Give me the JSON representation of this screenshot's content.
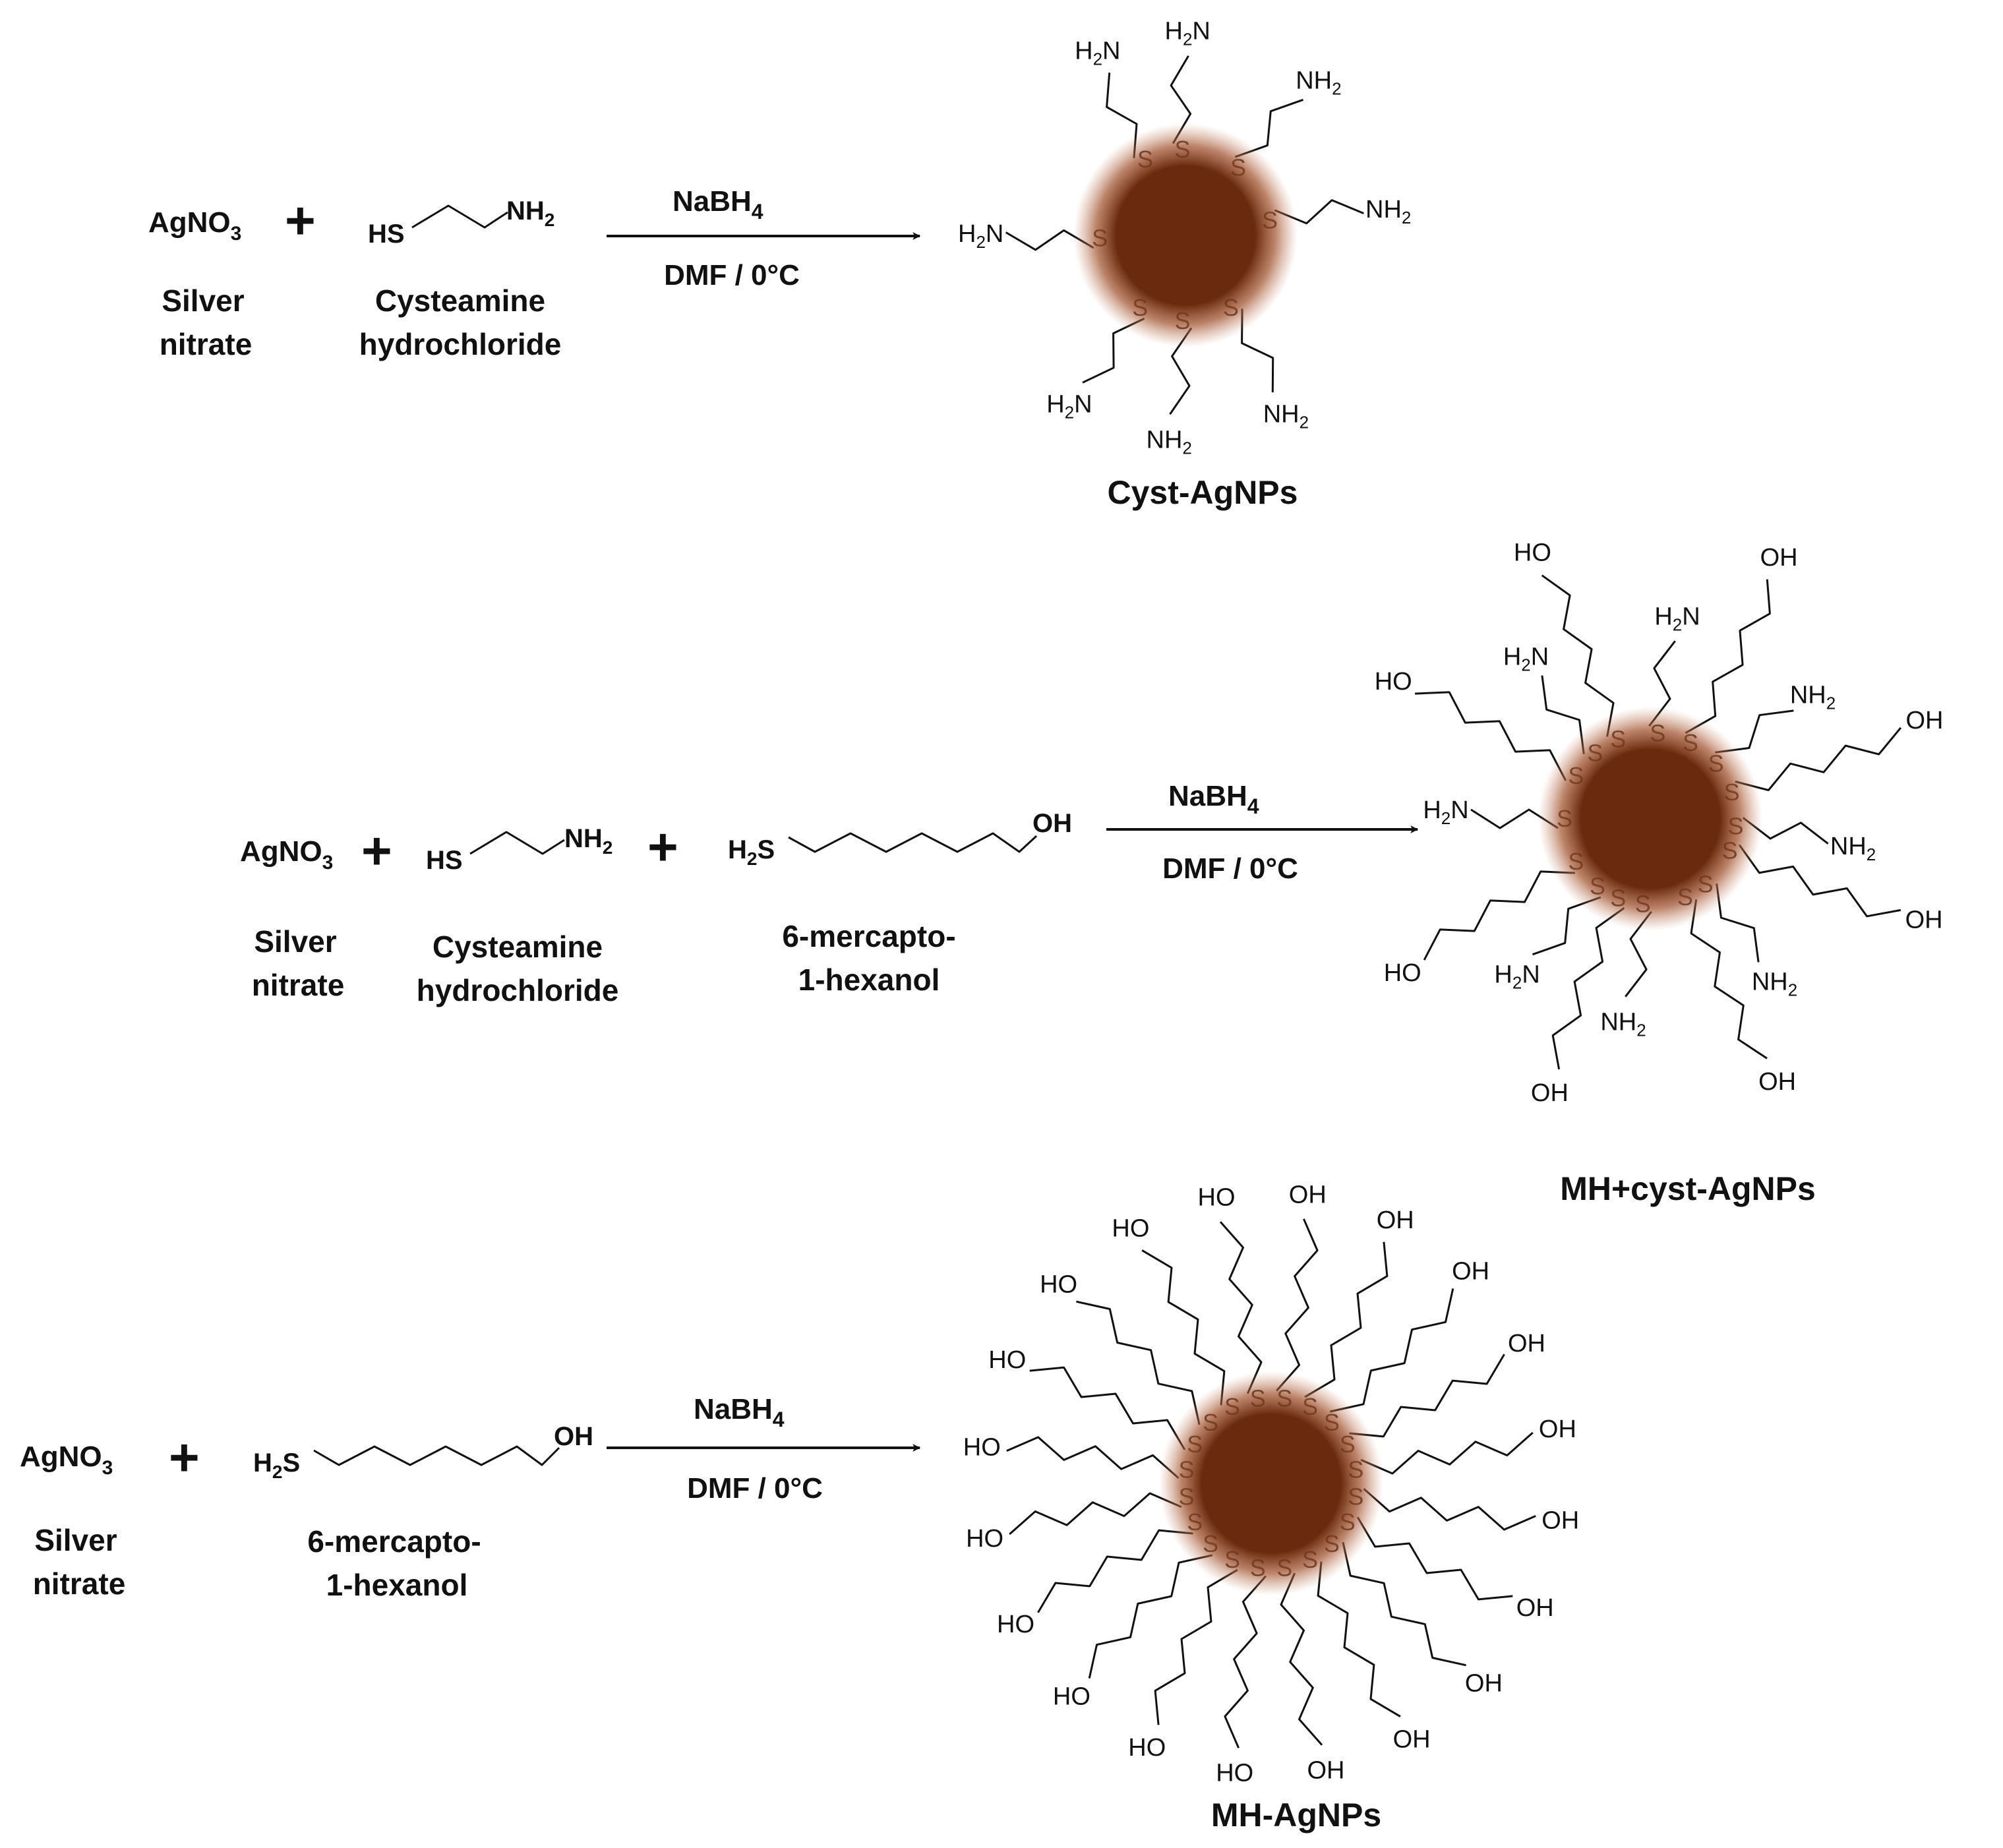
{
  "reactions": [
    {
      "reagents": [
        {
          "formula": "AgNO",
          "sub": "3",
          "name_lines": [
            "Silver",
            "nitrate"
          ]
        },
        {
          "formula": "HS",
          "group": "NH",
          "group_sub": "2",
          "name_lines": [
            "Cysteamine",
            "hydrochloride"
          ]
        }
      ],
      "plus_sign": "+",
      "arrow_top": "NaBH",
      "arrow_top_sub": "4",
      "arrow_bottom": "DMF / 0°C",
      "product_name": "Cyst-AgNPs",
      "ligand_ends": [
        "H2N",
        "NH2"
      ]
    },
    {
      "reagents": [
        {
          "formula": "AgNO",
          "sub": "3",
          "name_lines": [
            "Silver",
            "nitrate"
          ]
        },
        {
          "formula": "HS",
          "group": "NH",
          "group_sub": "2",
          "name_lines": [
            "Cysteamine",
            "hydrochloride"
          ]
        },
        {
          "formula": "H",
          "sub": "2",
          "formula_tail": "S",
          "group": "OH",
          "name_lines": [
            "6-mercapto-",
            "1-hexanol"
          ]
        }
      ],
      "plus_sign": "+",
      "arrow_top": "NaBH",
      "arrow_top_sub": "4",
      "arrow_bottom": "DMF / 0°C",
      "product_name": "MH+cyst-AgNPs",
      "ligand_ends": [
        "HO",
        "OH",
        "H2N",
        "NH2"
      ]
    },
    {
      "reagents": [
        {
          "formula": "AgNO",
          "sub": "3",
          "name_lines": [
            "Silver",
            "nitrate"
          ]
        },
        {
          "formula": "H",
          "sub": "2",
          "formula_tail": "S",
          "group": "OH",
          "name_lines": [
            "6-mercapto-",
            "1-hexanol"
          ]
        }
      ],
      "plus_sign": "+",
      "arrow_top": "NaBH",
      "arrow_top_sub": "4",
      "arrow_bottom": "DMF / 0°C",
      "product_name": "MH-AgNPs",
      "ligand_ends": [
        "HO",
        "OH"
      ]
    }
  ],
  "colors": {
    "nanoparticle_core": "#6a2a0e",
    "nanoparticle_halo": "#b5714e",
    "ink": "#111111"
  }
}
